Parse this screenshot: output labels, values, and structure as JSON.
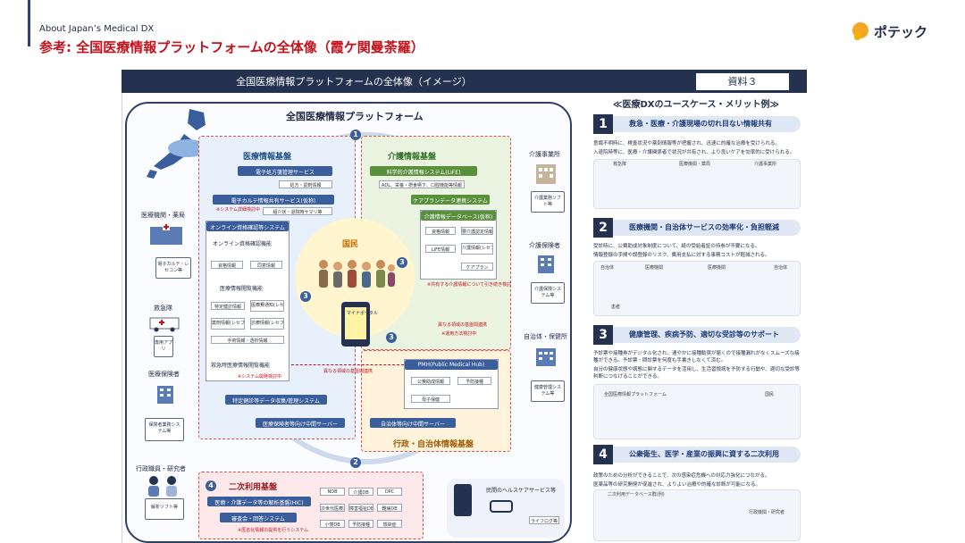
{
  "header": {
    "section_label": "About Japan’s Medical DX",
    "title": "参考: 全国医療情報プラットフォームの全体像（霞ケ関曼荼羅）",
    "logo_text": "ポテック"
  },
  "slide": {
    "header_title": "全国医療情報プラットフォームの全体像（イメージ）",
    "doc_badge": "資料３",
    "platform_title": "全国医療情報プラットフォーム",
    "zones": {
      "medical": "医療情報基盤",
      "care": "介護情報基盤",
      "admin": "行政・自治体情報基盤",
      "secondary": "二次利用基盤"
    },
    "medical_services": {
      "e_prescription": "電子処方箋管理サービス",
      "e_prescription_sub": "処方・調剤情報",
      "e_karte": "電子カルテ情報共有サービス(仮称)",
      "e_karte_note": "※システム詳細検討中",
      "e_karte_sub": "紹介状・退院時サマリ等",
      "online_system": "オンライン資格確認等システム",
      "online_confirm": "オンライン資格確認機能",
      "qual_info": "資格情報",
      "consent_info": "同意情報",
      "medical_view": "医療情報閲覧機能",
      "checkup": "特定健診情報",
      "medical_fee": "医療費通知(レセプト)",
      "drug_info": "薬剤情報(レセプト)",
      "treatment_info": "診療情報(レセプト)",
      "other_info": "手術情報・透析情報",
      "emergency": "救急時医療情報閲覧機能",
      "emergency_note": "※システム開発検討中",
      "checkup_collect": "特定健診等データ収集/管理システム",
      "insurer_server": "医療保険者等向け中間サーバー"
    },
    "care_services": {
      "life": "科学的介護情報システム(LIFE)",
      "life_sub": "ADL、栄養・摂食嚥下、口腔機能等情報",
      "careplan": "ケアプランデータ連携システム",
      "care_db": "介護情報データベース(仮称)",
      "care_db_items": [
        "資格情報",
        "要介護認定情報",
        "LIFE情報",
        "介護情報(レセプト)",
        "ケアプラン"
      ],
      "care_db_note": "※共有する介護情報について引き続き検討"
    },
    "pmh": {
      "title": "PMH(Public Medical Hub)",
      "items": [
        "公費助成情報",
        "予防接種",
        "母子保健"
      ],
      "link_label": "異なる領域の基盤間連携",
      "link_note": "※運用方法検討中",
      "link_label_2": "異なる領域の基盤間連携",
      "municipal_server": "自治体等向け中間サーバー"
    },
    "center": {
      "people": "国民",
      "mynaportal": "マイナポータル"
    },
    "secondary": {
      "hic": "医療・介護データ等の解析基盤(HIC)",
      "review": "審査会・回答システム",
      "review_note": "※匿名化情報の提供を行うシステム",
      "dbs": [
        "NDB",
        "介護DB",
        "DPC",
        "次世代医療基盤",
        "障害福祉DB",
        "難病DB",
        "小慢DB",
        "予防接種",
        "感染症"
      ]
    },
    "healthcare_service": "民間のヘルスケアサービス等",
    "healthcare_app": "ライフログ等",
    "numbers": [
      "1",
      "2",
      "3",
      "3",
      "3",
      "4"
    ],
    "actors": {
      "hospital": "医療機関・薬局",
      "hospital_device": "電子カルテ・レセコン等",
      "ambulance": "救急隊",
      "ambulance_device": "専用アプリ",
      "insurer": "医療保険者",
      "insurer_device": "保険者業務システム等",
      "researcher": "行政職員・研究者",
      "researcher_device": "解析ソフト等",
      "care_provider": "介護事業所",
      "care_provider_device": "介護業務ソフト等",
      "care_insurer": "介護保険者",
      "care_insurer_device": "介護保険システム等",
      "municipality": "自治体・保健所",
      "municipality_device": "健康管理システム等"
    }
  },
  "use_cases": {
    "title": "≪医療DXのユースケース・メリット例≫",
    "items": [
      {
        "number": "1",
        "heading": "救急・医療・介護現場の切れ目ない情報共有",
        "bullets": [
          "意識不明時に、検査状況や薬剤情報等が把握され、迅速に的確な治療を受けられる。",
          "入退院時等に、医療・介護関係者で状況が共有され、より良いケアを効率的に受けられる。"
        ],
        "illus_labels": [
          "救急隊",
          "医療機関・薬局",
          "介護事業所"
        ]
      },
      {
        "number": "2",
        "heading": "医療機関・自治体サービスの効率化・負担軽減",
        "bullets": [
          "受診時に、公費助成対象制度について、紙の受給者証の持参が不要になる。",
          "情報登録の手間や誤登録のリスク、費用支払に対する事務コストが軽減される。"
        ],
        "illus_labels": [
          "自治体",
          "医療機関",
          "患者",
          "医療機関",
          "自治体"
        ]
      },
      {
        "number": "3",
        "heading": "健康管理、疾病予防、適切な受診等のサポート",
        "bullets": [
          "予診票や接種券がデジタル化され、速やかに接種勧奨が届くので接種漏れがなくスムーズな接種ができる。予診票・問診票を何度も手書きしなくて済む。",
          "自分の健康状態や病態に関するデータを活用し、生活習慣病を予防する行動や、適切な受診等判断につなげることができる。"
        ],
        "illus_labels": [
          "全国医療情報プラットフォーム",
          "国民"
        ]
      },
      {
        "number": "4",
        "heading": "公衆衛生、医学・産業の振興に資する二次利用",
        "bullets": [
          "政策のための分析ができることで、次の感染症危機への対応力強化につながる。",
          "医薬品等の研究開発が促進され、よりよい治療や的確な診断が可能になる。"
        ],
        "illus_labels": [
          "二次利用データベース群(例)",
          "行政機関・研究者"
        ]
      }
    ]
  },
  "colors": {
    "title_red": "#c4121c",
    "navy": "#24324f",
    "medical_blue": "#3a5d9c",
    "care_green": "#5a8f3b",
    "people_orange": "#d06a00"
  }
}
